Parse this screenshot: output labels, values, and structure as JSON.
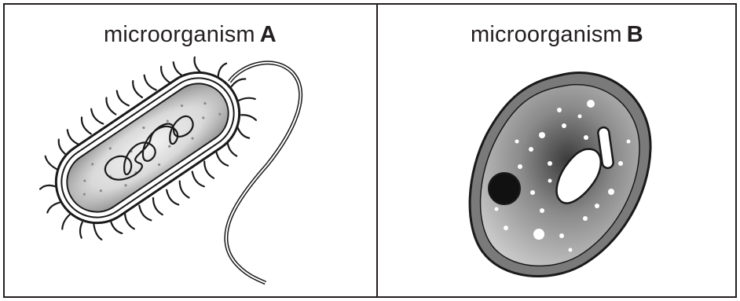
{
  "panels": [
    {
      "label_text": "microorganism",
      "label_letter": "A"
    },
    {
      "label_text": "microorganism",
      "label_letter": "B"
    }
  ]
}
